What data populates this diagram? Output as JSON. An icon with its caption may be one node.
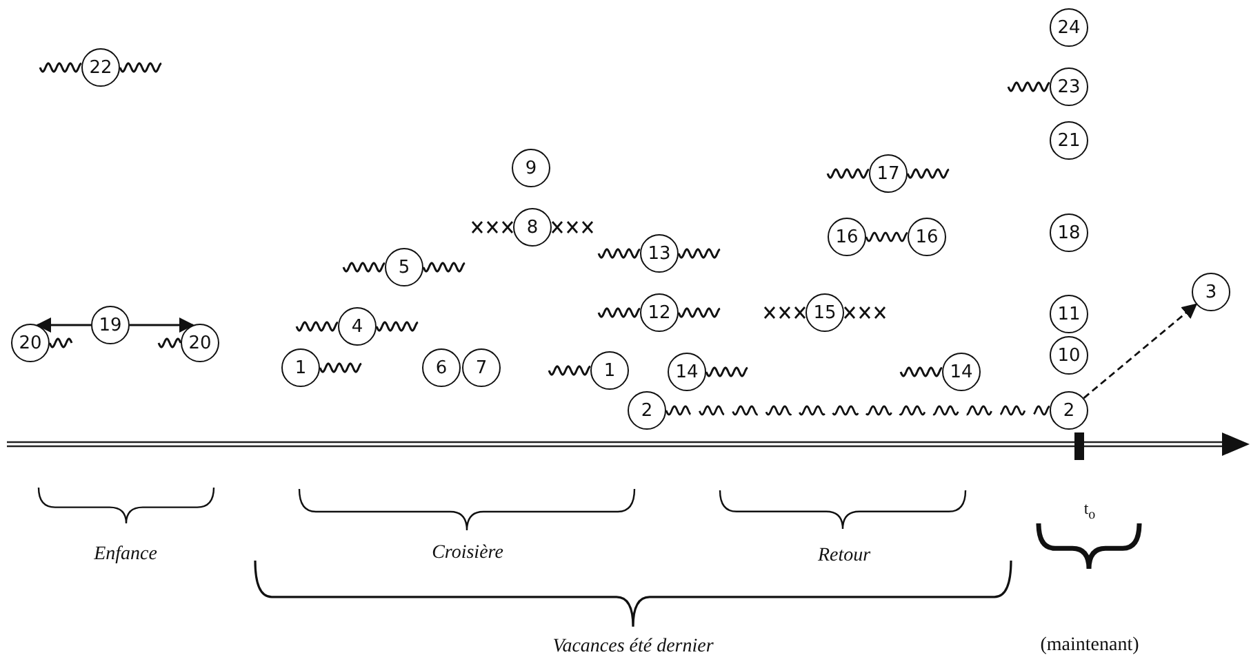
{
  "diagram": {
    "nodes": [
      {
        "text": [
          "24"
        ]
      },
      {
        "text": [
          "22"
        ]
      },
      {
        "text": [
          "23"
        ]
      },
      {
        "text": [
          "21"
        ]
      },
      {
        "text": [
          "17"
        ]
      },
      {
        "text": [
          "9"
        ]
      },
      {
        "text": [
          "8"
        ]
      },
      {
        "text": [
          "16"
        ]
      },
      {
        "text": [
          "16"
        ]
      },
      {
        "text": [
          "18"
        ]
      },
      {
        "text": [
          "13"
        ]
      },
      {
        "text": [
          "5"
        ]
      },
      {
        "text": [
          "3"
        ]
      },
      {
        "text": [
          "11"
        ]
      },
      {
        "text": [
          "4"
        ]
      },
      {
        "text": [
          "12"
        ]
      },
      {
        "text": [
          "15"
        ]
      },
      {
        "text": [
          "19"
        ]
      },
      {
        "text": [
          "10"
        ]
      },
      {
        "text": [
          "20"
        ]
      },
      {
        "text": [
          "20"
        ]
      },
      {
        "text": [
          "1"
        ]
      },
      {
        "text": [
          "6"
        ]
      },
      {
        "text": [
          "7"
        ]
      },
      {
        "text": [
          "1"
        ]
      },
      {
        "text": [
          "14"
        ]
      },
      {
        "text": [
          "14"
        ]
      },
      {
        "text": [
          "2"
        ]
      },
      {
        "text": [
          "2"
        ]
      }
    ],
    "edges": [
      {
        "from": 7,
        "to": 8,
        "arrow": "none"
      },
      {
        "from": 27,
        "to": 28,
        "arrow": "none",
        "style": "dashed"
      },
      {
        "from": 28,
        "to": 12,
        "arrow": "to",
        "style": "dashed"
      },
      {
        "from": 17,
        "to": 19,
        "arrow": "to"
      },
      {
        "from": 17,
        "to": 20,
        "arrow": "to"
      }
    ],
    "labels": [
      "t$_{o}$",
      "Enfance",
      "Croisière",
      "Retour",
      "Vacances été dernier",
      "(maintenant)"
    ]
  }
}
